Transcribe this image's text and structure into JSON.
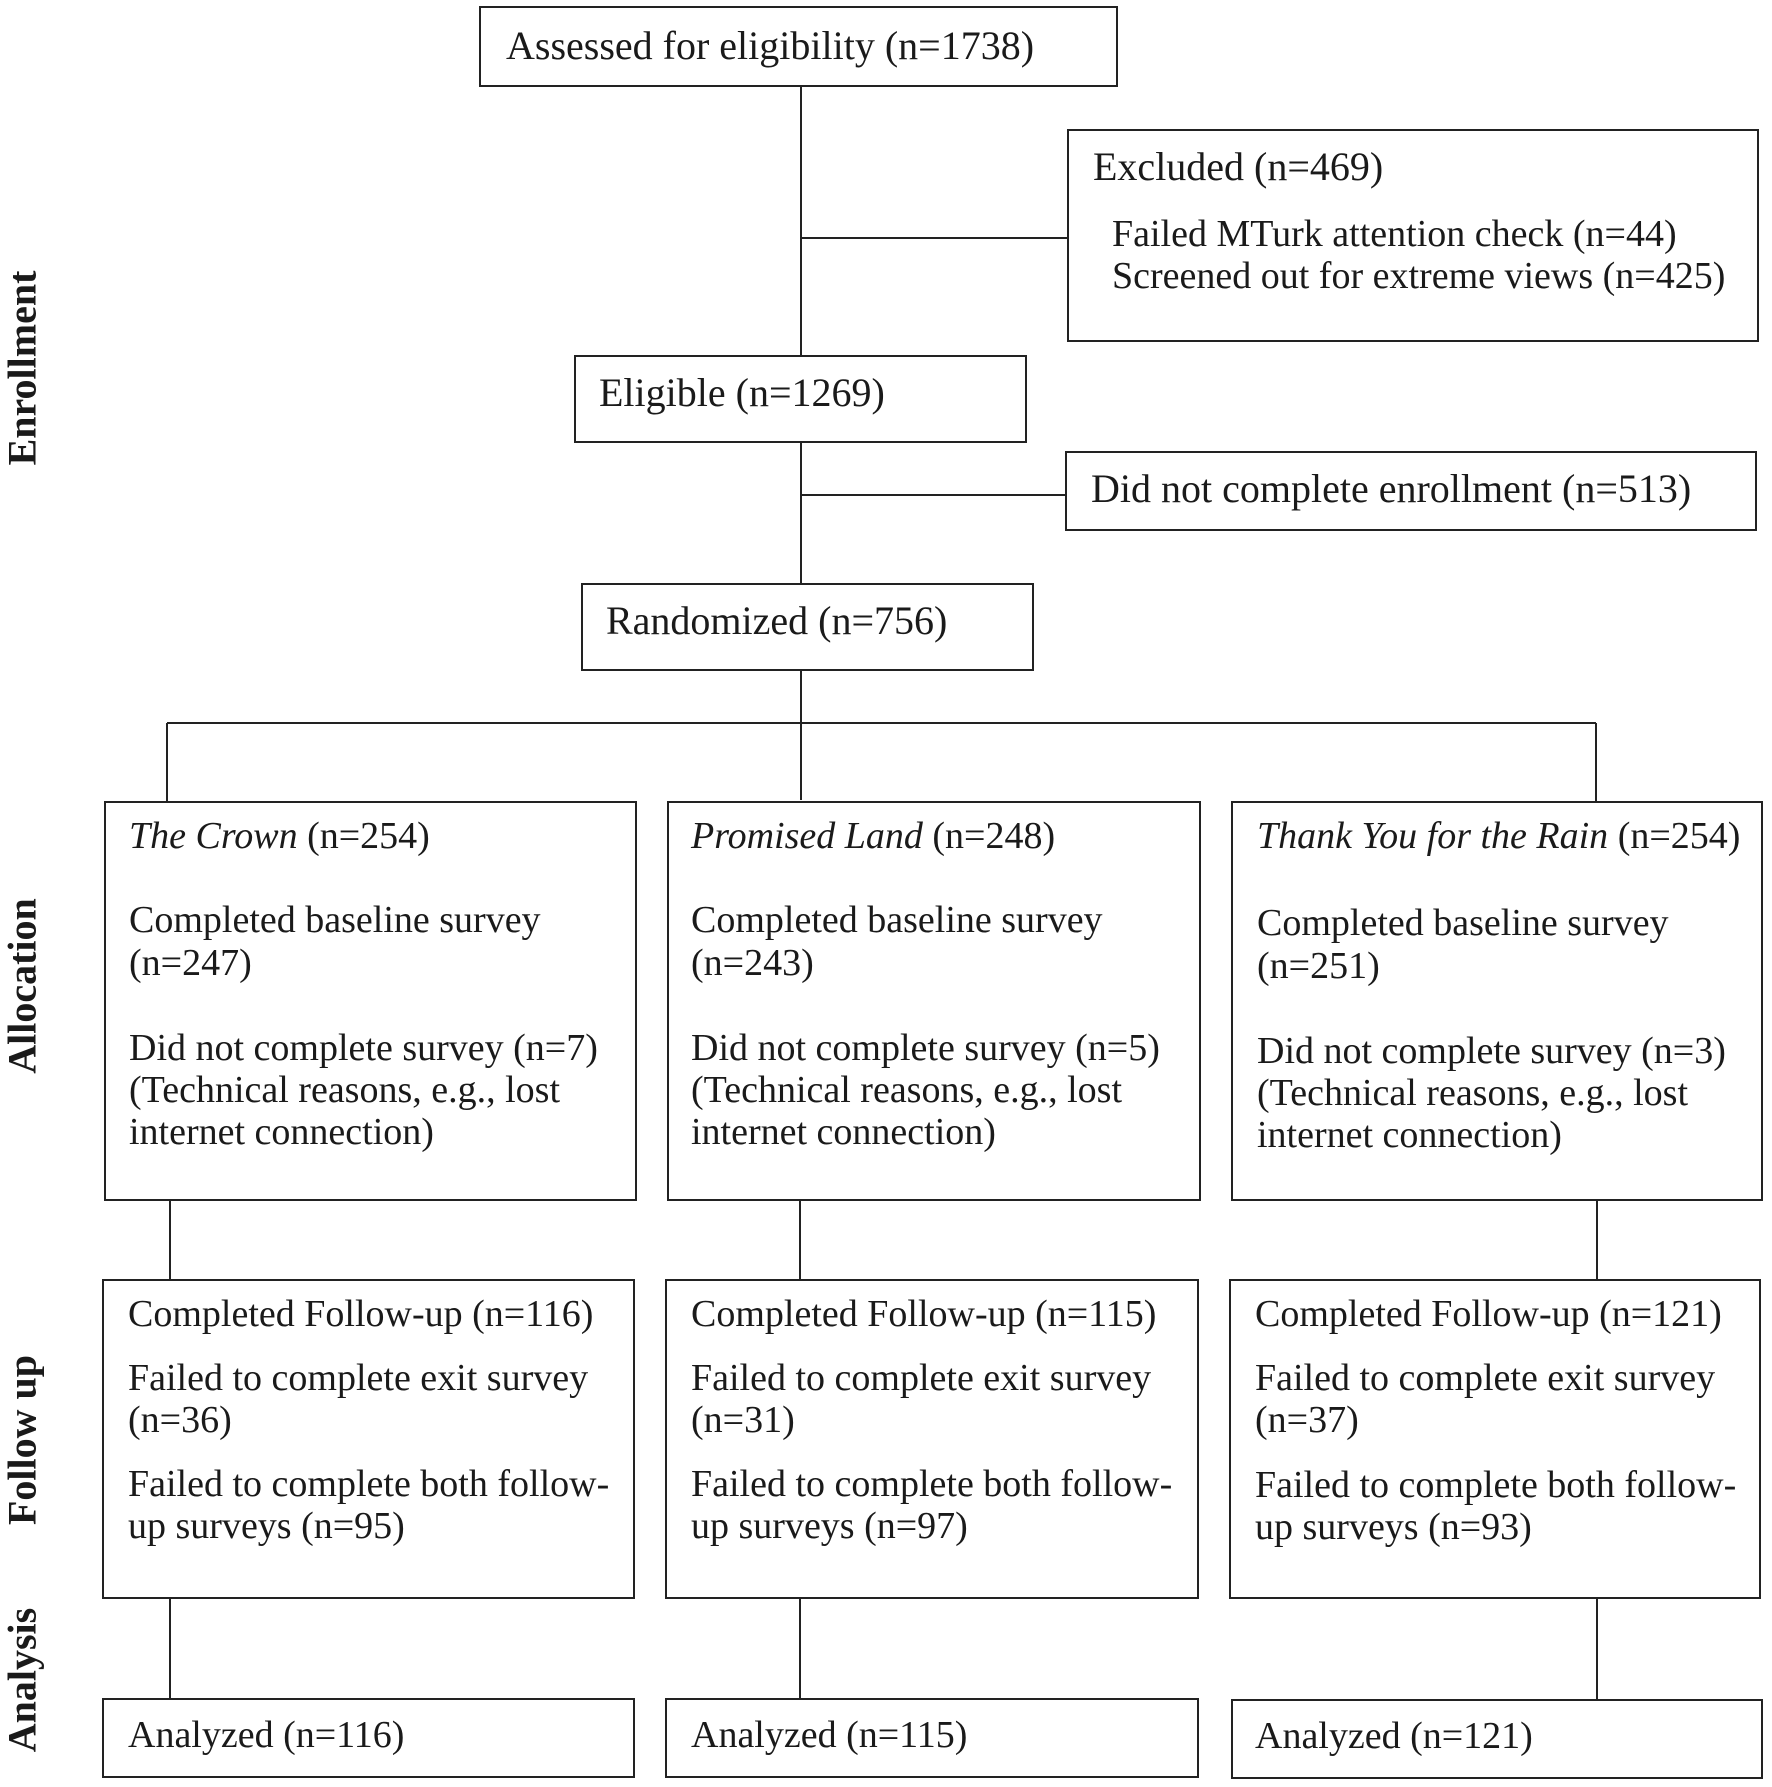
{
  "phases": {
    "enrollment": "Enrollment",
    "allocation": "Allocation",
    "follow_up": "Follow up",
    "analysis": "Analysis"
  },
  "assessed": "Assessed for eligibility (n=1738)",
  "excluded": {
    "title": "Excluded (n=469)",
    "reasons": [
      "Failed MTurk attention check (n=44)",
      "Screened out for extreme views (n=425)"
    ]
  },
  "eligible": "Eligible (n=1269)",
  "not_enrolled": "Did not complete enrollment (n=513)",
  "randomized": "Randomized (n=756)",
  "arms": [
    {
      "title": "The Crown",
      "n": "(n=254)",
      "baseline": [
        "Completed baseline survey",
        "(n=247)"
      ],
      "incomplete": [
        "Did not complete survey (n=7)",
        "(Technical reasons, e.g., lost",
        "internet connection)"
      ],
      "followup": "Completed Follow-up (n=116)",
      "exit_fail": [
        "Failed to complete exit survey",
        "(n=36)"
      ],
      "both_fail": [
        "Failed to complete both follow-",
        "up surveys (n=95)"
      ],
      "analyzed": "Analyzed (n=116)"
    },
    {
      "title": "Promised Land",
      "n": "(n=248)",
      "baseline": [
        "Completed baseline survey",
        "(n=243)"
      ],
      "incomplete": [
        "Did not complete survey (n=5)",
        "(Technical reasons, e.g., lost",
        "internet connection)"
      ],
      "followup": "Completed Follow-up (n=115)",
      "exit_fail": [
        "Failed to complete exit survey",
        "(n=31)"
      ],
      "both_fail": [
        "Failed to complete both follow-",
        "up surveys (n=97)"
      ],
      "analyzed": "Analyzed (n=115)"
    },
    {
      "title": "Thank You for the Rain",
      "n": "(n=254)",
      "baseline": [
        "Completed baseline survey",
        "(n=251)"
      ],
      "incomplete": [
        "Did not complete survey (n=3)",
        "(Technical reasons, e.g., lost",
        "internet connection)"
      ],
      "followup": "Completed Follow-up (n=121)",
      "exit_fail": [
        "Failed to complete exit survey",
        "(n=37)"
      ],
      "both_fail": [
        "Failed to complete both follow-",
        "up surveys (n=93)"
      ],
      "analyzed": "Analyzed (n=121)"
    }
  ]
}
